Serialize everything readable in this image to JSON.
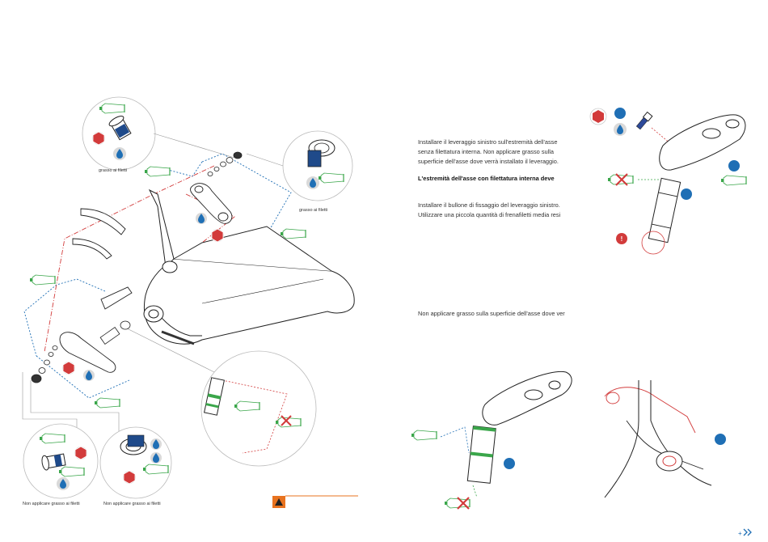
{
  "left_figure": {
    "caption_top_left": "grasso ai filetti",
    "caption_top_right": "grasso ai filetti",
    "caption_bottom_left": "Non applicare grasso ai filetti",
    "caption_bottom_mid": "Non applicare grasso ai filetti"
  },
  "instructions": {
    "p1_lines": [
      "Installare il leveraggio sinistro sull'estremità dell'asse",
      "senza filettatura interna. Non applicare grasso sulla",
      "superficie dell'asse dove verrà installato il leveraggio."
    ],
    "p1_bold": "L'estremità dell'asse con filettatura interna deve",
    "p2_lines": [
      "Installare il bullone di fissaggio del leveraggio sinistro.",
      "Utilizzare una piccola quantità di frenafiletti media resi"
    ],
    "p3": "Non applicare grasso sulla superficie dell'asse dove ver"
  },
  "next_icon": "double-chevron-right-icon",
  "colors": {
    "blue": "#1f6fb5",
    "red": "#d23b3b",
    "green": "#3aa64a",
    "orange": "#e8731f",
    "line": "#2a2a2a"
  }
}
